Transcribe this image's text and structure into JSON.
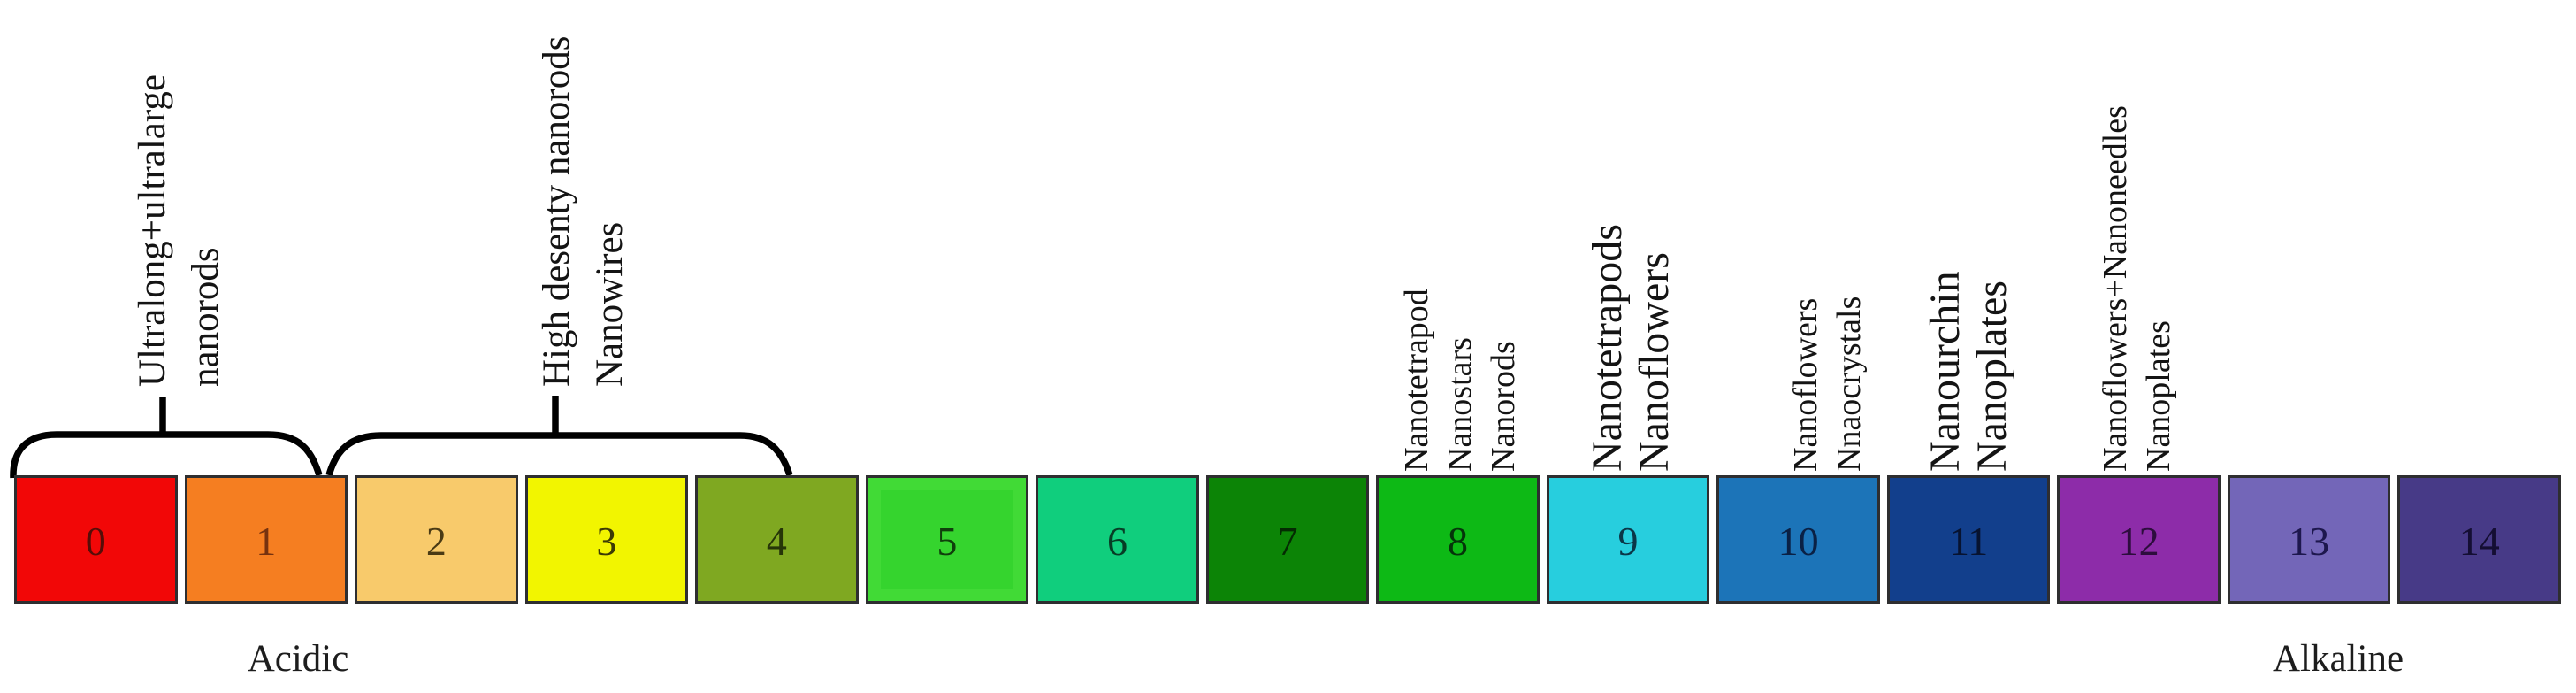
{
  "figure": {
    "type": "ph-scale-nanostructure-diagram",
    "axis_min": 0,
    "axis_max": 14
  },
  "ph_boxes": [
    {
      "value": "0",
      "color": "#F20707",
      "number_color": "#550d08"
    },
    {
      "value": "1",
      "color": "#F57E21",
      "number_color": "#76320f"
    },
    {
      "value": "2",
      "color": "#F8CA6B",
      "number_color": "#4a3a14"
    },
    {
      "value": "3",
      "color": "#F2F500",
      "number_color": "#3c3a05"
    },
    {
      "value": "4",
      "color": "#7FA821",
      "number_color": "#263508"
    },
    {
      "value": "5",
      "color": "#35D42E",
      "number_color": "#103f0c",
      "inner_rim": true
    },
    {
      "value": "6",
      "color": "#10CE7D",
      "number_color": "#073d25"
    },
    {
      "value": "7",
      "color": "#0C8406",
      "number_color": "#042b02"
    },
    {
      "value": "8",
      "color": "#0DB915",
      "number_color": "#05350a"
    },
    {
      "value": "9",
      "color": "#27CEDE",
      "number_color": "#0b3748"
    },
    {
      "value": "10",
      "color": "#1C74B8",
      "number_color": "#0a2145"
    },
    {
      "value": "11",
      "color": "#123F8C",
      "number_color": "#071330"
    },
    {
      "value": "12",
      "color": "#8D2CA9",
      "number_color": "#2d0d3d"
    },
    {
      "value": "13",
      "color": "#7366B8",
      "number_color": "#1d174d"
    },
    {
      "value": "14",
      "color": "#473A87",
      "number_color": "#140e33"
    }
  ],
  "annotations": {
    "braced": [
      {
        "ph_range": "0-1",
        "lines": [
          "Ultralong+ultralarge",
          "nanorods"
        ]
      },
      {
        "ph_range": "2-4",
        "lines": [
          "High desenty nanorods",
          "Nanowires"
        ]
      }
    ],
    "above_boxes": [
      {
        "ph": "8",
        "lines": [
          "Nanotetrapod",
          "Nanostars",
          "Nanorods"
        ]
      },
      {
        "ph": "9",
        "lines": [
          "Nanotetrapods",
          "Nanoflowers"
        ]
      },
      {
        "ph": "10",
        "lines": [
          "Nanoflowers",
          "Nnaocrystals"
        ]
      },
      {
        "ph": "11",
        "lines": [
          "Nanourchin",
          "Nanoplates"
        ]
      },
      {
        "ph": "12",
        "lines": [
          "Nanoflowers+Nanoneedles",
          "Nanoplates"
        ]
      }
    ]
  },
  "footer": {
    "acidic": "Acidic",
    "alkaline": "Alkaline"
  },
  "colors": {
    "brace_stroke": "#000000",
    "box_border": "#2e2e30",
    "text": "#1d1d1d",
    "background": "#ffffff"
  }
}
